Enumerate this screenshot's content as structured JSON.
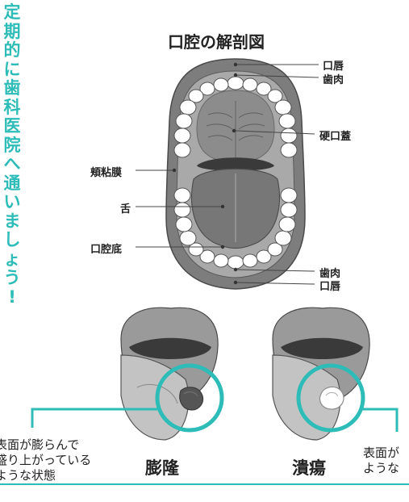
{
  "vertical_title": "定期的に歯科医院へ通いましょう!",
  "diagram_title": "口腔の解剖図",
  "labels": {
    "upper_lip": "口唇",
    "upper_gum": "歯肉",
    "hard_palate": "硬口蓋",
    "buccal_mucosa": "頬粘膜",
    "tongue": "舌",
    "floor_of_mouth": "口腔底",
    "lower_gum": "歯肉",
    "lower_lip": "口唇"
  },
  "conditions": {
    "left": {
      "name": "膨隆",
      "description_lines": [
        "表面が膨らんで",
        "盛り上がっている",
        "ような状態"
      ]
    },
    "right": {
      "name": "潰瘍",
      "description_lines": [
        "表面が",
        "ような"
      ]
    }
  },
  "colors": {
    "accent": "#2dbcb8",
    "mouth_gray": "#7d7d7d",
    "dark_gray": "#4a4a4a"
  }
}
